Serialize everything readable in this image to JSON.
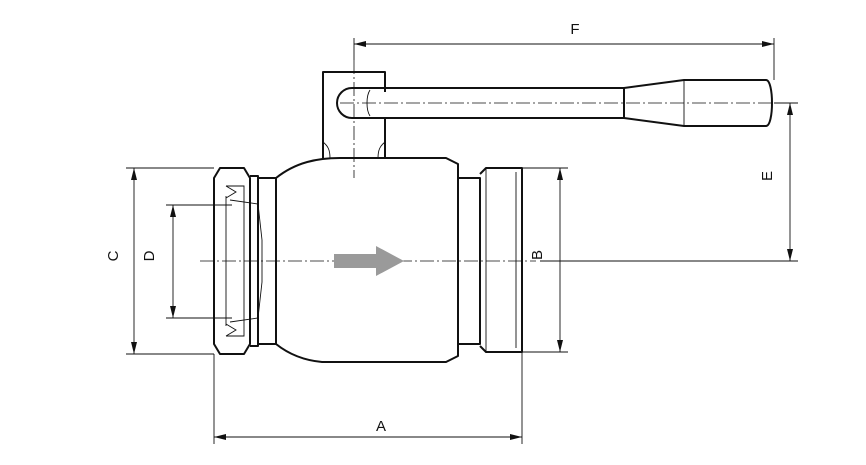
{
  "dimensions": {
    "A": "A",
    "B": "B",
    "C": "C",
    "D": "D",
    "E": "E",
    "F": "F"
  },
  "colors": {
    "line": "#111111",
    "flow_arrow": "#9a9a9a",
    "background": "#ffffff"
  },
  "icons": {
    "flow": "flow-direction-arrow-icon"
  }
}
